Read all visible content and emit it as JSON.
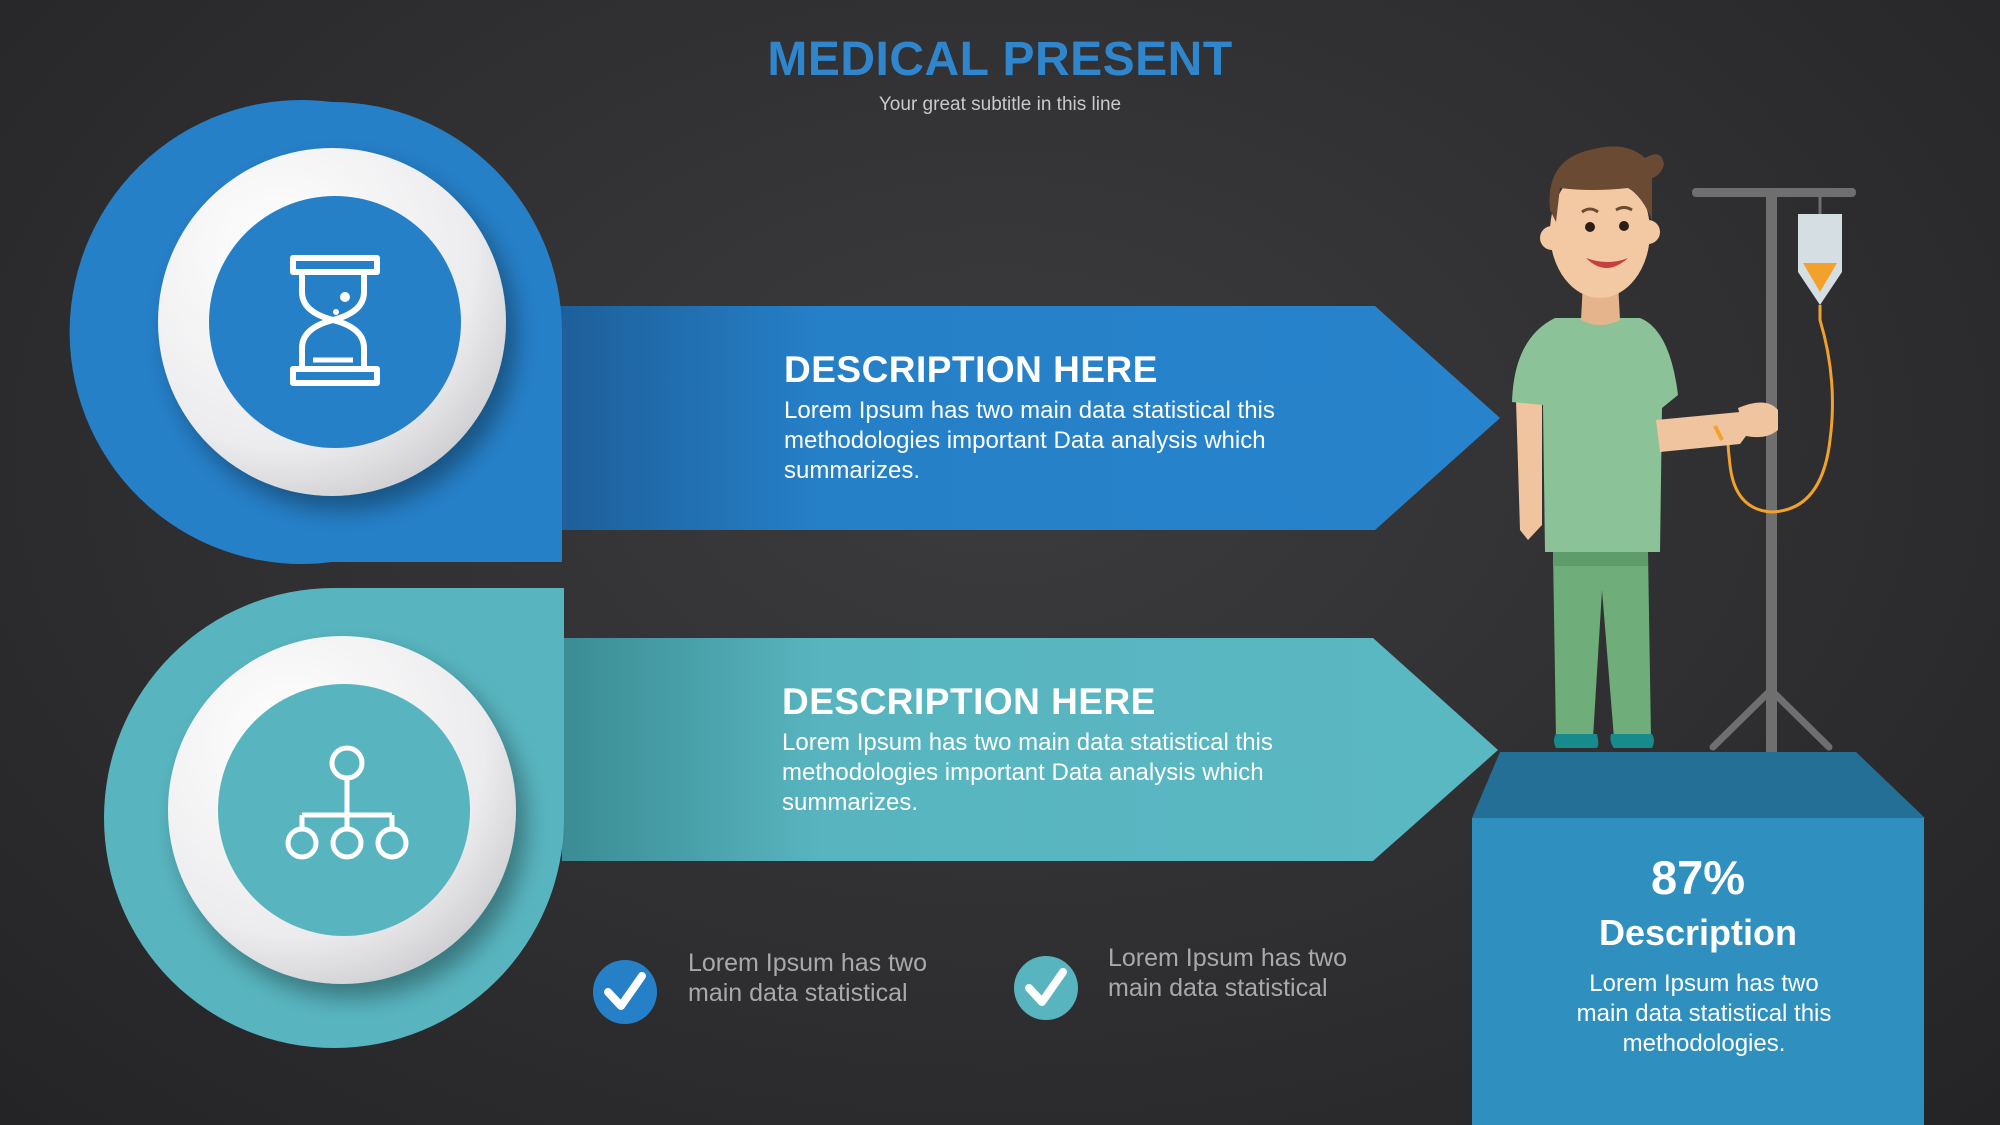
{
  "header": {
    "title": "MEDICAL PRESENT",
    "subtitle": "Your great subtitle in this line"
  },
  "items": [
    {
      "icon": "hourglass-icon",
      "title": "DESCRIPTION  HERE",
      "body": "Lorem Ipsum has two main data statistical this methodologies important Data analysis which summarizes.",
      "color": "#2680c8"
    },
    {
      "icon": "hierarchy-icon",
      "title": "DESCRIPTION  HERE",
      "body": "Lorem Ipsum has two main data statistical this methodologies important Data analysis which summarizes.",
      "color": "#58b5c0"
    }
  ],
  "checks": [
    {
      "icon": "checkmark-icon",
      "line1": "Lorem Ipsum has two",
      "line2": "main data statistical",
      "color": "#2680c8"
    },
    {
      "icon": "checkmark-icon",
      "line1": "Lorem Ipsum has two",
      "line2": "main data statistical",
      "color": "#58b5c0"
    }
  ],
  "stat_box": {
    "percent": "87%",
    "title": "Description",
    "body": "Lorem Ipsum has two main data statistical this methodologies.",
    "color": "#2f90bf"
  },
  "illustration": {
    "icon": "patient-with-iv-drip-illustration"
  }
}
